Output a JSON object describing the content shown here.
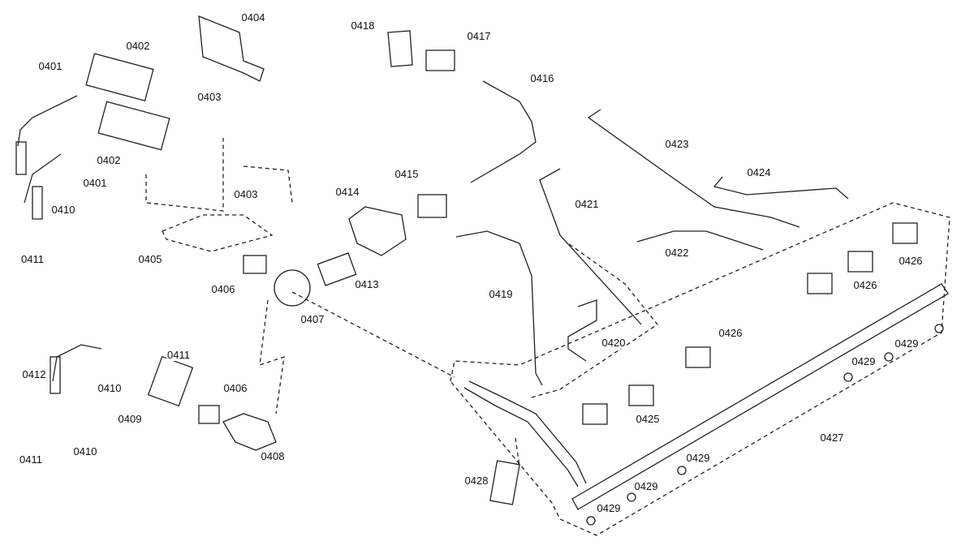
{
  "diagram": {
    "type": "exploded parts diagram",
    "part_labels": [
      "0404",
      "0418",
      "0417",
      "0402",
      "0401",
      "0416",
      "0403",
      "0423",
      "0402",
      "0401",
      "0424",
      "0415",
      "0414",
      "0403",
      "0421",
      "0410",
      "0426",
      "0422",
      "0411",
      "0405",
      "0406",
      "0413",
      "0426",
      "0419",
      "0407",
      "0426",
      "0420",
      "0429",
      "0411",
      "0429",
      "0412",
      "0410",
      "0406",
      "0409",
      "0425",
      "0427",
      "0410",
      "0411",
      "0408",
      "0429",
      "0428",
      "0429",
      "0429"
    ]
  }
}
